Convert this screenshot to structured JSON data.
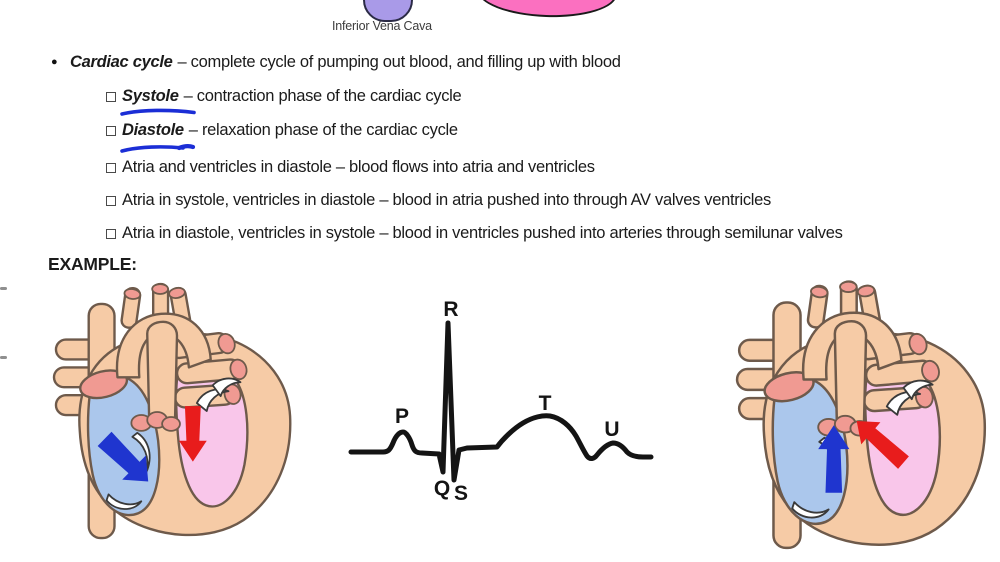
{
  "figure_top": {
    "label": "Inferior Vena Cava",
    "purple_vessel_color": "#a99ae8",
    "pink_heart_color": "#fb70c0"
  },
  "notes": {
    "bullet_marker": "●",
    "main": {
      "term": "Cardiac cycle",
      "rest": "– complete cycle of pumping out blood, and filling up with blood"
    },
    "items": [
      {
        "term": "Systole",
        "rest": "– contraction phase of the cardiac cycle"
      },
      {
        "term": "Diastole",
        "rest": "– relaxation phase of the cardiac cycle"
      },
      {
        "term": "",
        "rest": "Atria and ventricles in diastole – blood flows into atria and ventricles"
      },
      {
        "term": "",
        "rest": "Atria in systole, ventricles in diastole – blood in atria pushed into through AV valves ventricles"
      },
      {
        "term": "",
        "rest": "Atria in diastole, ventricles in systole – blood in ventricles pushed into arteries through semilunar valves"
      }
    ],
    "example_label": "EXAMPLE:",
    "underline_color": "#1b2ed6"
  },
  "ecg": {
    "labels": {
      "p": "P",
      "q": "Q",
      "r": "R",
      "s": "S",
      "t": "T",
      "u": "U"
    },
    "trace_color": "#141414"
  },
  "heart_figures": {
    "left": {
      "phase": "diastole-filling",
      "blue_arrow_direction": "down",
      "red_arrow_direction": "down"
    },
    "right": {
      "phase": "ventricular-systole",
      "blue_arrow_direction": "up",
      "red_arrow_direction": "up"
    },
    "colors": {
      "muscle_peach": "#f6cba6",
      "outline_brown": "#6e5a4b",
      "vessel_cap_pink": "#f09a92",
      "right_side_blue": "#abc7ec",
      "left_side_pink": "#f9c6ea",
      "flow_arrow_blue": "#1f35cf",
      "flow_arrow_red": "#e81c1c"
    }
  }
}
